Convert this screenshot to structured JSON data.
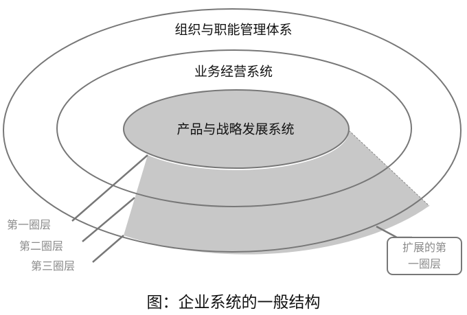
{
  "rings": {
    "outer": "组织与职能管理体系",
    "middle": "业务经营系统",
    "inner": "产品与战略发展系统"
  },
  "layers": [
    "第一圈层",
    "第二圈层",
    "第三圈层"
  ],
  "callout": {
    "line1": "扩展的第",
    "line2": "一圈层"
  },
  "caption": "图：企业系统的一般结构",
  "colors": {
    "fill": "#c8c8c8",
    "stroke": "#777777",
    "label_gray": "#8a8a8a"
  }
}
